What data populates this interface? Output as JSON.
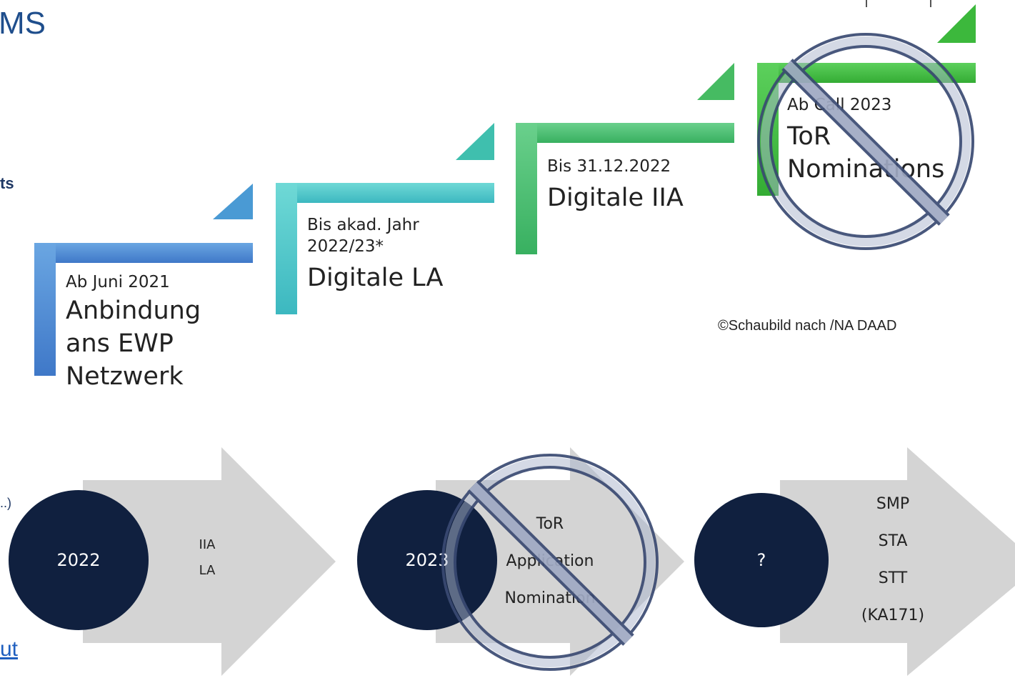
{
  "fragments": {
    "title": "MS",
    "side_heading": "ts",
    "paren": "..)",
    "link": "ut"
  },
  "steps": [
    {
      "date": "Ab Juni 2021",
      "title_lines": [
        "Anbindung",
        "ans EWP",
        "Netzwerk"
      ],
      "color": "#5b8fd4",
      "crossed": false
    },
    {
      "date_lines": [
        "Bis akad. Jahr",
        "2022/23*"
      ],
      "title_lines": [
        "Digitale LA"
      ],
      "color": "#4fc8c8",
      "crossed": false
    },
    {
      "date": "Bis 31.12.2022",
      "title_lines": [
        "Digitale IIA"
      ],
      "color": "#49c06a",
      "crossed": false
    },
    {
      "date": "Ab Call 2023",
      "title_lines": [
        "ToR",
        "Nominations"
      ],
      "color": "#3db83d",
      "crossed": true
    }
  ],
  "copyright": "©Schaubild nach /NA DAAD",
  "phases": [
    {
      "year": "2022",
      "items": [
        "IIA",
        "LA"
      ],
      "crossed": false
    },
    {
      "year": "2023",
      "items": [
        "ToR",
        "Application",
        "Nomination"
      ],
      "crossed": true
    },
    {
      "year": "?",
      "items": [
        "SMP",
        "STA",
        "STT",
        "(KA171)"
      ],
      "crossed": false
    }
  ],
  "colors": {
    "circle_fill": "#10203f",
    "arrow_fill": "#d4d4d4",
    "prohibition_stroke": "#3a4a72",
    "prohibition_fill": "#aab4cc"
  }
}
